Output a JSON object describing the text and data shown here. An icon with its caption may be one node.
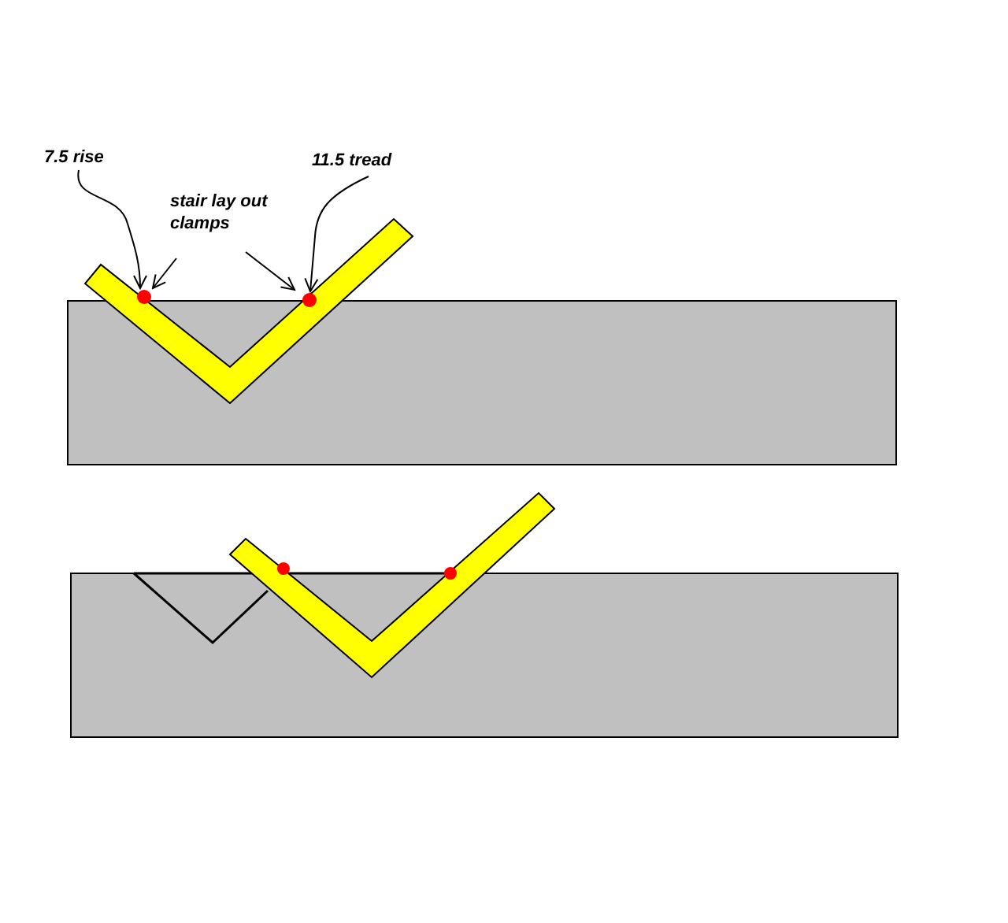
{
  "diagram": {
    "nodes": [
      {
        "text": [
          "7.5 rise"
        ]
      },
      {
        "text": [
          "stair lay out clamps"
        ]
      },
      {
        "text": [
          "11.5 tread"
        ]
      },
      {
        "text": [],
        "shape": "circle"
      },
      {
        "text": [],
        "shape": "circle"
      }
    ],
    "edges": [
      {
        "from": 0,
        "to": 3,
        "arrow": "to"
      },
      {
        "from": 1,
        "to": 3,
        "arrow": "to"
      },
      {
        "from": 1,
        "to": 4,
        "arrow": "to"
      },
      {
        "from": 2,
        "to": 4,
        "arrow": "to"
      }
    ]
  }
}
